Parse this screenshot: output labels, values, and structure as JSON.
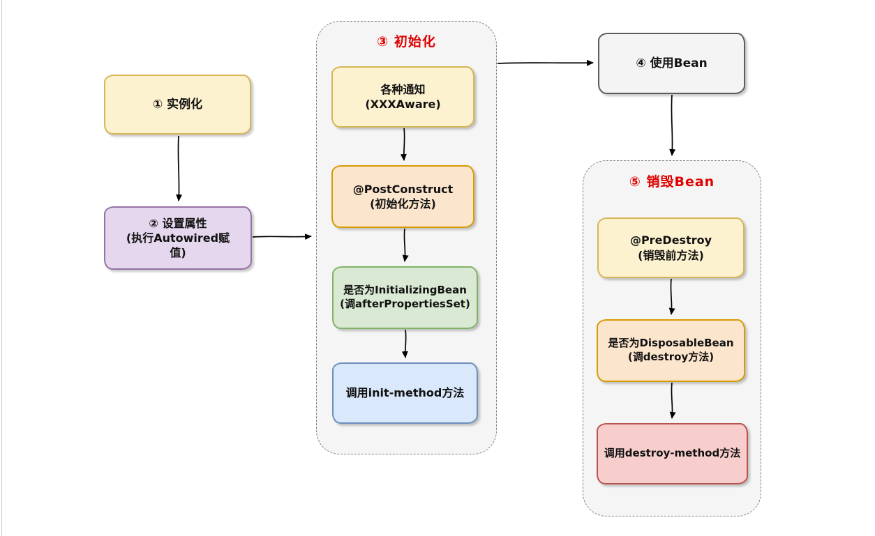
{
  "diagram": {
    "title_semantic": "Spring Bean lifecycle flow",
    "groups": {
      "init": {
        "title": "③ 初始化"
      },
      "destroy": {
        "title": "⑤ 销毁Bean"
      }
    },
    "nodes": {
      "instantiate": {
        "label": "① 实例化"
      },
      "set_properties": {
        "label": "② 设置属性\n(执行Autowired赋\n值)"
      },
      "aware": {
        "label": "各种通知\n(XXXAware)"
      },
      "post_construct": {
        "label": "@PostConstruct\n(初始化方法)"
      },
      "initializing_bean": {
        "label": "是否为InitializingBean\n(调afterPropertiesSet)"
      },
      "init_method": {
        "label": "调用init-method方法"
      },
      "use_bean": {
        "label": "④ 使用Bean"
      },
      "pre_destroy": {
        "label": "@PreDestroy\n(销毁前方法)"
      },
      "disposable_bean": {
        "label": "是否为DisposableBean\n(调destroy方法)"
      },
      "destroy_method": {
        "label": "调用destroy-method方法"
      }
    },
    "colors": {
      "yellow_fill": "#fdf2cf",
      "yellow_border": "#d6b656",
      "purple_fill": "#e5d7ee",
      "purple_border": "#9673a6",
      "orange_fill": "#fce5cd",
      "orange_border": "#d79b00",
      "green_fill": "#d9e9d3",
      "green_border": "#82b366",
      "blue_fill": "#d9e8fb",
      "blue_border": "#6c8ebf",
      "red_fill": "#f8cecc",
      "red_border": "#b85450",
      "gray_fill": "#f4f4f4",
      "gray_border": "#5c5c5c",
      "group_fill": "#f5f5f5",
      "group_border": "#7f7f7f",
      "group_title": "#e00000",
      "arrow": "#000000",
      "background": "#ffffff"
    }
  }
}
